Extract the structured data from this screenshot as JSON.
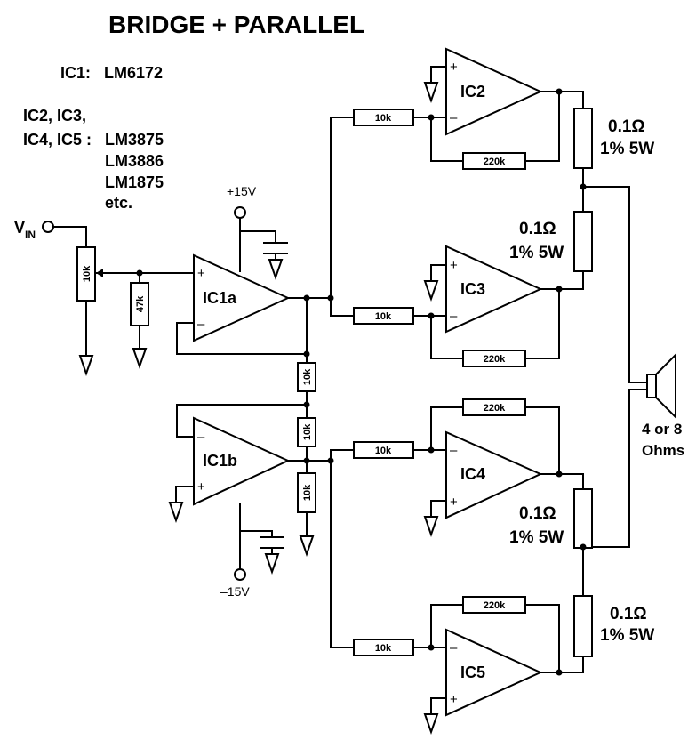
{
  "title": "BRIDGE + PARALLEL",
  "notes": {
    "ic1_label": "IC1:",
    "ic1_part": "LM6172",
    "ic2_5_line1": "IC2, IC3,",
    "ic2_5_line2": "IC4, IC5 :",
    "parts": [
      "LM3875",
      "LM3886",
      "LM1875",
      "etc."
    ]
  },
  "input": {
    "label": "V",
    "subscript": "IN"
  },
  "supplies": {
    "positive": "+15V",
    "negative": "–15V"
  },
  "resistors": {
    "pot": "10k",
    "r47k": "47k",
    "in_ic2": "10k",
    "in_ic3": "10k",
    "in_ic4": "10k",
    "in_ic5": "10k",
    "fb_ic2": "220k",
    "fb_ic3": "220k",
    "fb_ic4": "220k",
    "fb_ic5": "220k",
    "div_top": "10k",
    "div_mid": "10k",
    "div_bot": "10k"
  },
  "ics": {
    "ic1a": "IC1a",
    "ic1b": "IC1b",
    "ic2": "IC2",
    "ic3": "IC3",
    "ic4": "IC4",
    "ic5": "IC5"
  },
  "pins": {
    "plus": "+",
    "minus": "–"
  },
  "ballast": {
    "r1_value": "0.1Ω",
    "r1_spec": "1% 5W",
    "r2_value": "0.1Ω",
    "r2_spec": "1% 5W",
    "r3_value": "0.1Ω",
    "r3_spec": "1% 5W",
    "r4_value": "0.1Ω",
    "r4_spec": "1% 5W"
  },
  "speaker": {
    "line1": "4 or 8",
    "line2": "Ohms"
  }
}
